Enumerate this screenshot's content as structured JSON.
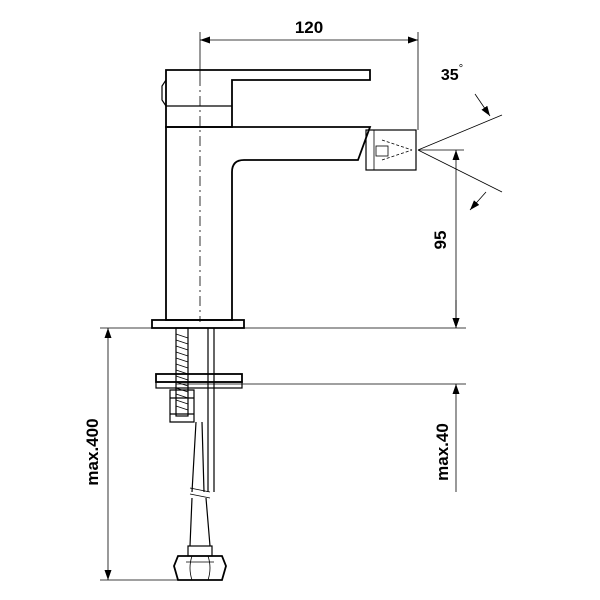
{
  "dimensions": {
    "width": {
      "value": "120"
    },
    "angle": {
      "value": "35",
      "unit": "°"
    },
    "height": {
      "value": "95"
    },
    "hose_length": {
      "value": "max.400"
    },
    "deck_thickness": {
      "value": "max.40"
    }
  }
}
